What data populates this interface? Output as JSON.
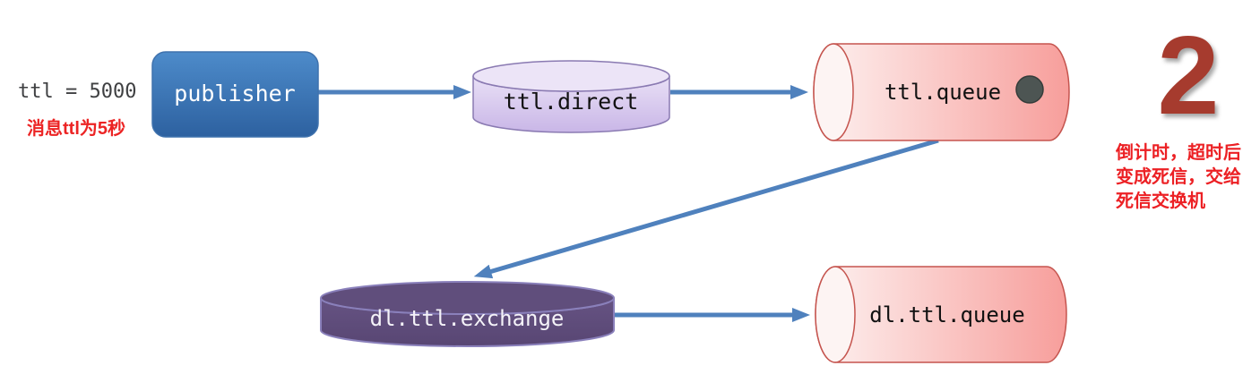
{
  "diagram": {
    "step_number": "2",
    "annotations": {
      "ttl_code": "ttl = 5000",
      "ttl_note": "消息ttl为5秒",
      "dead_letter_note_lines": [
        "倒计时，超时后",
        "变成死信，交给",
        "死信交换机"
      ]
    },
    "nodes": {
      "publisher": {
        "label": "publisher",
        "type": "producer"
      },
      "ttl_direct": {
        "label": "ttl.direct",
        "type": "exchange"
      },
      "ttl_queue": {
        "label": "ttl.queue",
        "type": "queue",
        "has_message_dot": true
      },
      "dl_ttl_exchange": {
        "label": "dl.ttl.exchange",
        "type": "dead-letter-exchange"
      },
      "dl_ttl_queue": {
        "label": "dl.ttl.queue",
        "type": "dead-letter-queue"
      }
    },
    "edges": [
      {
        "from": "publisher",
        "to": "ttl_direct"
      },
      {
        "from": "ttl_direct",
        "to": "ttl_queue"
      },
      {
        "from": "ttl_queue",
        "to": "dl_ttl_exchange"
      },
      {
        "from": "dl_ttl_exchange",
        "to": "dl_ttl_queue"
      }
    ],
    "colors": {
      "arrow": "#4f81bd",
      "publisher_fill_top": "#4d8bca",
      "publisher_fill_bottom": "#2d61a0",
      "light_exchange_fill": "#d5c5ec",
      "light_exchange_border": "#8a7ab2",
      "dark_exchange_fill": "#5c4a78",
      "dark_exchange_border": "#8a80bb",
      "queue_fill_light": "#fdf2f1",
      "queue_fill_dark": "#f79e9b",
      "queue_border": "#c5544e",
      "message_dot": "#4d5553",
      "step_number": "#a63b2e",
      "note_red": "#ec2024",
      "code_text": "#3f4042"
    }
  }
}
